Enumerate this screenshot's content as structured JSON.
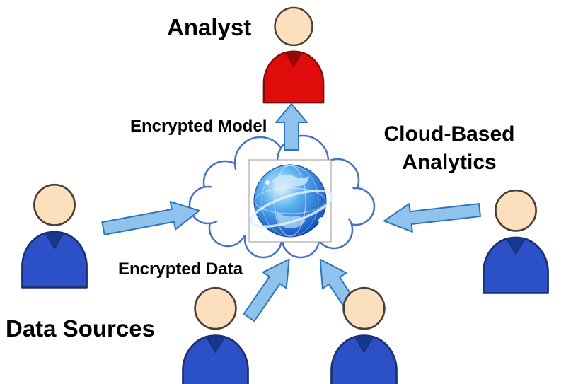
{
  "labels": {
    "analyst": "Analyst",
    "cloud_based_analytics": "Cloud-Based\nAnalytics",
    "encrypted_model": "Encrypted Model",
    "encrypted_data": "Encrypted Data",
    "data_sources": "Data Sources"
  },
  "colors": {
    "text_color": "#000000",
    "person_skin": "#fcdfbc",
    "person_blue_body": "#2b50c8",
    "person_blue_notch": "#16398f",
    "person_blue_outline": "#1b2f73",
    "person_red_body": "#e00b0b",
    "person_red_notch": "#9c0606",
    "person_red_outline": "#7a1010",
    "arrow_fill": "#8fc3ee",
    "arrow_stroke": "#2e75b6",
    "cloud_stroke": "#4472c4",
    "cloud_fill": "#ffffff",
    "globe_dark": "#0c47b7",
    "globe_light": "#8fd0f8"
  },
  "icons": {
    "analyst_person_icon": "red person silhouette",
    "source_person_icon": "blue person silhouette",
    "cloud_icon": "white cloud outline",
    "globe_icon": "blue internet globe",
    "arrow_icon": "light blue block arrow"
  },
  "diagram": {
    "nodes": [
      {
        "id": "analyst",
        "type": "person",
        "color": "red"
      },
      {
        "id": "cloud",
        "type": "cloud-with-globe"
      },
      {
        "id": "source-left",
        "type": "person",
        "color": "blue"
      },
      {
        "id": "source-right",
        "type": "person",
        "color": "blue"
      },
      {
        "id": "source-bottom-left",
        "type": "person",
        "color": "blue"
      },
      {
        "id": "source-bottom-right",
        "type": "person",
        "color": "blue"
      }
    ],
    "edges": [
      {
        "from": "cloud",
        "to": "analyst",
        "label_key": "encrypted_model"
      },
      {
        "from": "source-left",
        "to": "cloud",
        "label_key": "encrypted_data"
      },
      {
        "from": "source-right",
        "to": "cloud",
        "label_key": "encrypted_data"
      },
      {
        "from": "source-bottom-left",
        "to": "cloud",
        "label_key": "encrypted_data"
      },
      {
        "from": "source-bottom-right",
        "to": "cloud",
        "label_key": "encrypted_data"
      }
    ]
  }
}
